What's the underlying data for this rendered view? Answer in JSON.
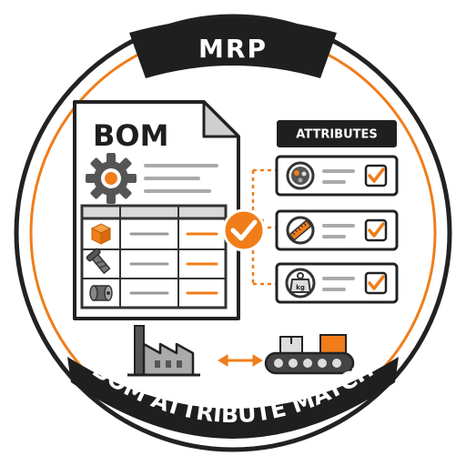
{
  "header": {
    "title": "MRP"
  },
  "document": {
    "title": "BOM"
  },
  "attributes": {
    "label": "ATTRIBUTES"
  },
  "weight_icon": {
    "unit": "kg"
  },
  "footer": {
    "title": "BOM ATTRIBUTE MATCH"
  },
  "colors": {
    "accent": "#f07d1a",
    "ink": "#1f1f1f",
    "line": "#333333",
    "gray": "#8c8c8c",
    "light": "#e8e8e8"
  },
  "icons": [
    "gear-icon",
    "box-icon",
    "screw-icon",
    "roll-icon",
    "check-icon",
    "palette-icon",
    "ruler-icon",
    "weight-icon",
    "factory-icon",
    "double-arrow-icon",
    "conveyor-icon"
  ]
}
